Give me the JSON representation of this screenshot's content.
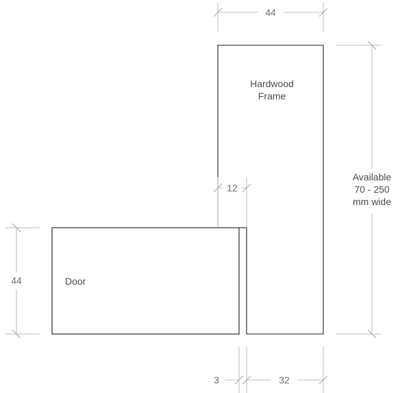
{
  "labels": {
    "frame_line1": "Hardwood",
    "frame_line2": "Frame",
    "door": "Door",
    "available_line1": "Available",
    "available_line2": "70 - 250",
    "available_line3": "mm wide"
  },
  "dimensions": {
    "frame_depth": "44",
    "door_thickness": "44",
    "rebate": "12",
    "gap": "3",
    "frame_offset": "32"
  },
  "colors": {
    "outline": "#1a1a1a",
    "dimension_line": "#bdbdbd",
    "text": "#4a4a4a"
  }
}
